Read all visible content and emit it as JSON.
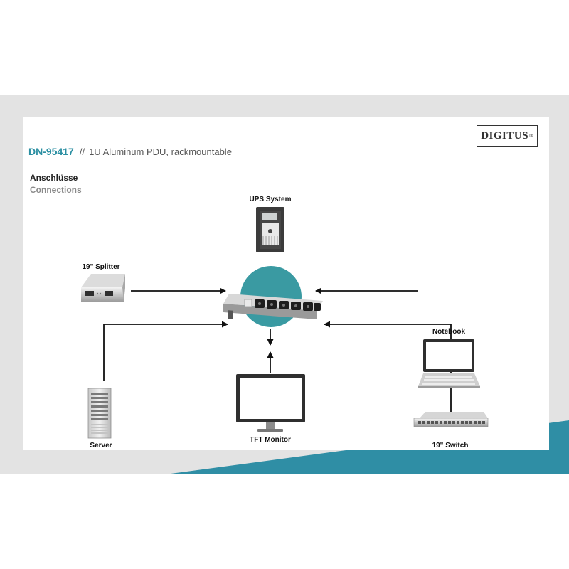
{
  "brand": {
    "logo_text": "DIGITUS",
    "logo_mark": "®"
  },
  "header": {
    "code": "DN-95417",
    "separator": "//",
    "title": "1U Aluminum PDU, rackmountable"
  },
  "section": {
    "title_de": "Anschlüsse",
    "title_en": "Connections"
  },
  "devices": {
    "ups": {
      "label": "UPS System",
      "icon": "ups-icon"
    },
    "splitter": {
      "label": "19\" Splitter",
      "icon": "splitter-icon"
    },
    "notebook": {
      "label": "Notebook",
      "icon": "laptop-icon"
    },
    "server": {
      "label": "Server",
      "icon": "server-tower-icon"
    },
    "monitor": {
      "label": "TFT Monitor",
      "icon": "monitor-icon"
    },
    "switch": {
      "label": "19\" Switch",
      "icon": "network-switch-icon"
    }
  },
  "center": {
    "icon": "pdu-icon",
    "outlets": 6
  },
  "colors": {
    "accent": "#2b8fa2",
    "circle": "#3a9aa2",
    "band": "#e3e3e3",
    "wedge": "#2f8ea5",
    "arrow": "#111111"
  }
}
